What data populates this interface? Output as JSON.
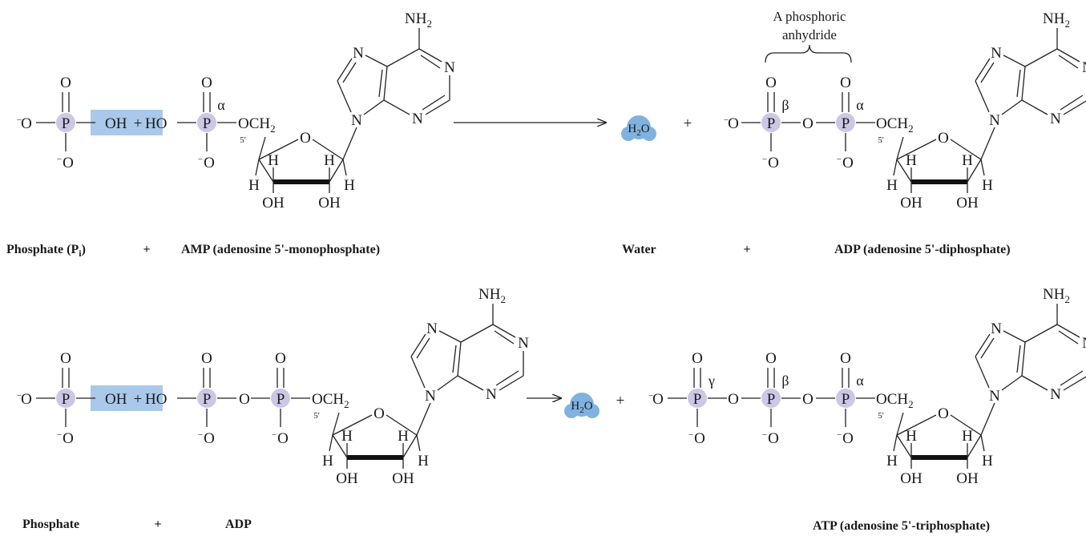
{
  "colors": {
    "phosphorus_circle": "#cdc7e6",
    "highlight_box": "#a9c8ea",
    "water_blob": "#7fb2e0",
    "ink": "#1a1a1a"
  },
  "atoms": {
    "P": "P",
    "O": "O",
    "N": "N",
    "H": "H",
    "OH": "OH",
    "NH": "NH",
    "sub2": "2",
    "OCH": "OCH",
    "HO": "HO",
    "minus": "−",
    "plus": "+",
    "five_prime": "5'",
    "water_H": "H",
    "water_sub": "2",
    "water_O": "O"
  },
  "greek": {
    "alpha": "α",
    "beta": "β",
    "gamma": "γ"
  },
  "annotation": {
    "line1": "A phosphoric",
    "line2": "anhydride"
  },
  "captions": {
    "phosphate_pi": "Phosphate (P",
    "pi_sub": "i",
    "pi_close": ")",
    "amp": "AMP (adenosine 5'-monophosphate)",
    "water": "Water",
    "adp_full": "ADP (adenosine 5'-diphosphate)",
    "phosphate": "Phosphate",
    "adp": "ADP",
    "atp": "ATP (adenosine 5'-triphosphate)",
    "plus": "+"
  }
}
